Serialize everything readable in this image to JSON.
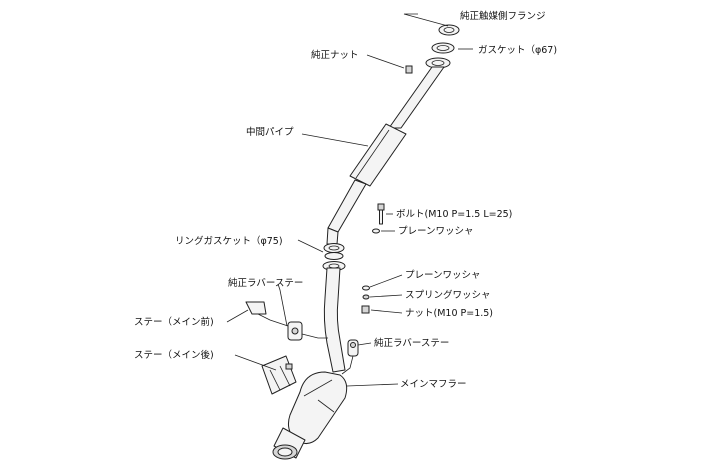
{
  "labels": {
    "catalyst_flange": "純正触媒側フランジ",
    "gasket_67": "ガスケット（φ67)",
    "stock_nut": "純正ナット",
    "center_pipe": "中間パイプ",
    "bolt": "ボルト(M10 P=1.5 L=25)",
    "plain_washer_upper": "プレーンワッシャ",
    "ring_gasket_75": "リングガスケット（φ75)",
    "plain_washer_lower": "プレーンワッシャ",
    "spring_washer": "スプリングワッシャ",
    "nut": "ナット(M10 P=1.5)",
    "stock_rubber_stay_left": "純正ラバーステー",
    "stay_main_front": "ステー（メイン前)",
    "stay_main_rear": "ステー（メイン後)",
    "stock_rubber_stay_right": "純正ラバーステー",
    "main_muffler": "メインマフラー"
  }
}
